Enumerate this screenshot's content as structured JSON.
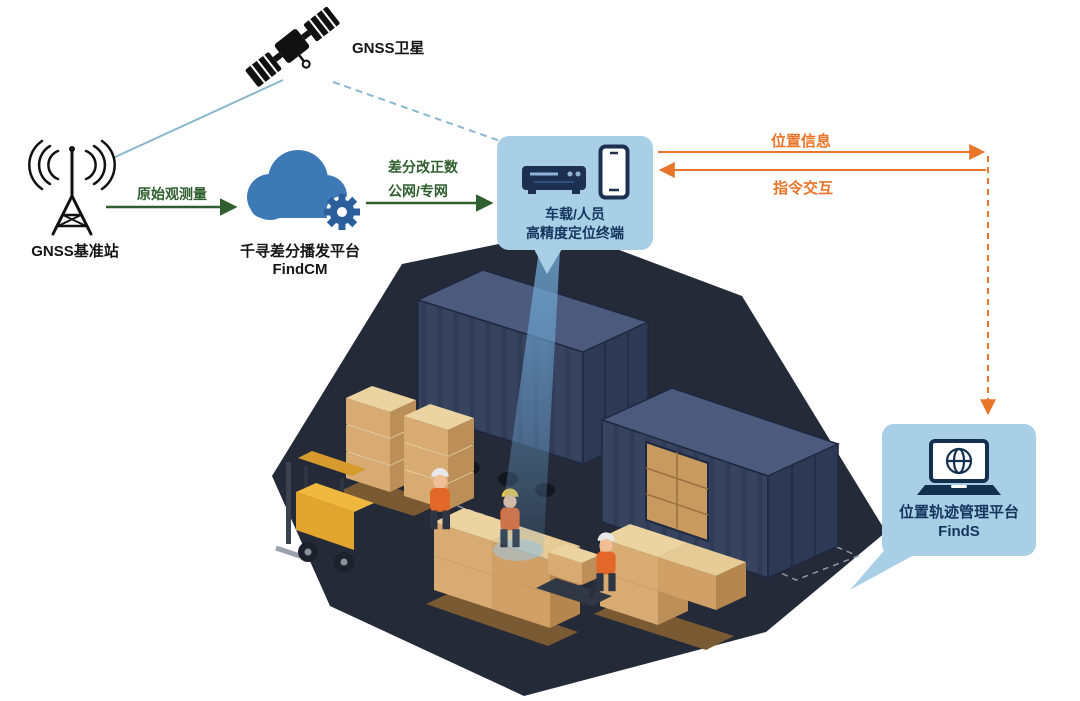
{
  "colors": {
    "accent": "#a9cfe7",
    "navy": "#14365c",
    "green": "#2f5e2f",
    "orange": "#e8752a",
    "teal": "#8ab7cd",
    "cloud": "#3c79b5",
    "ink": "#141414"
  },
  "satellite": {
    "label": "GNSS卫星"
  },
  "base_station": {
    "label": "GNSS基准站"
  },
  "links": {
    "raw_observation": "原始观测量",
    "correction_line1": "差分改正数",
    "correction_line2": "公网/专网",
    "position_info": "位置信息",
    "command_interaction": "指令交互"
  },
  "cloud_platform": {
    "name": "千寻差分播发平台",
    "product": "FindCM"
  },
  "terminal": {
    "line1": "车载/人员",
    "line2": "高精度定位终端"
  },
  "management_platform": {
    "name": "位置轨迹管理平台",
    "product": "FindS"
  },
  "icons": {
    "satellite": "satellite-icon",
    "base_station": "base-station-icon",
    "cloud_gear": "cloud-gear-icon",
    "receiver": "receiver-icon",
    "phone": "phone-icon",
    "laptop_globe": "laptop-globe-icon"
  }
}
